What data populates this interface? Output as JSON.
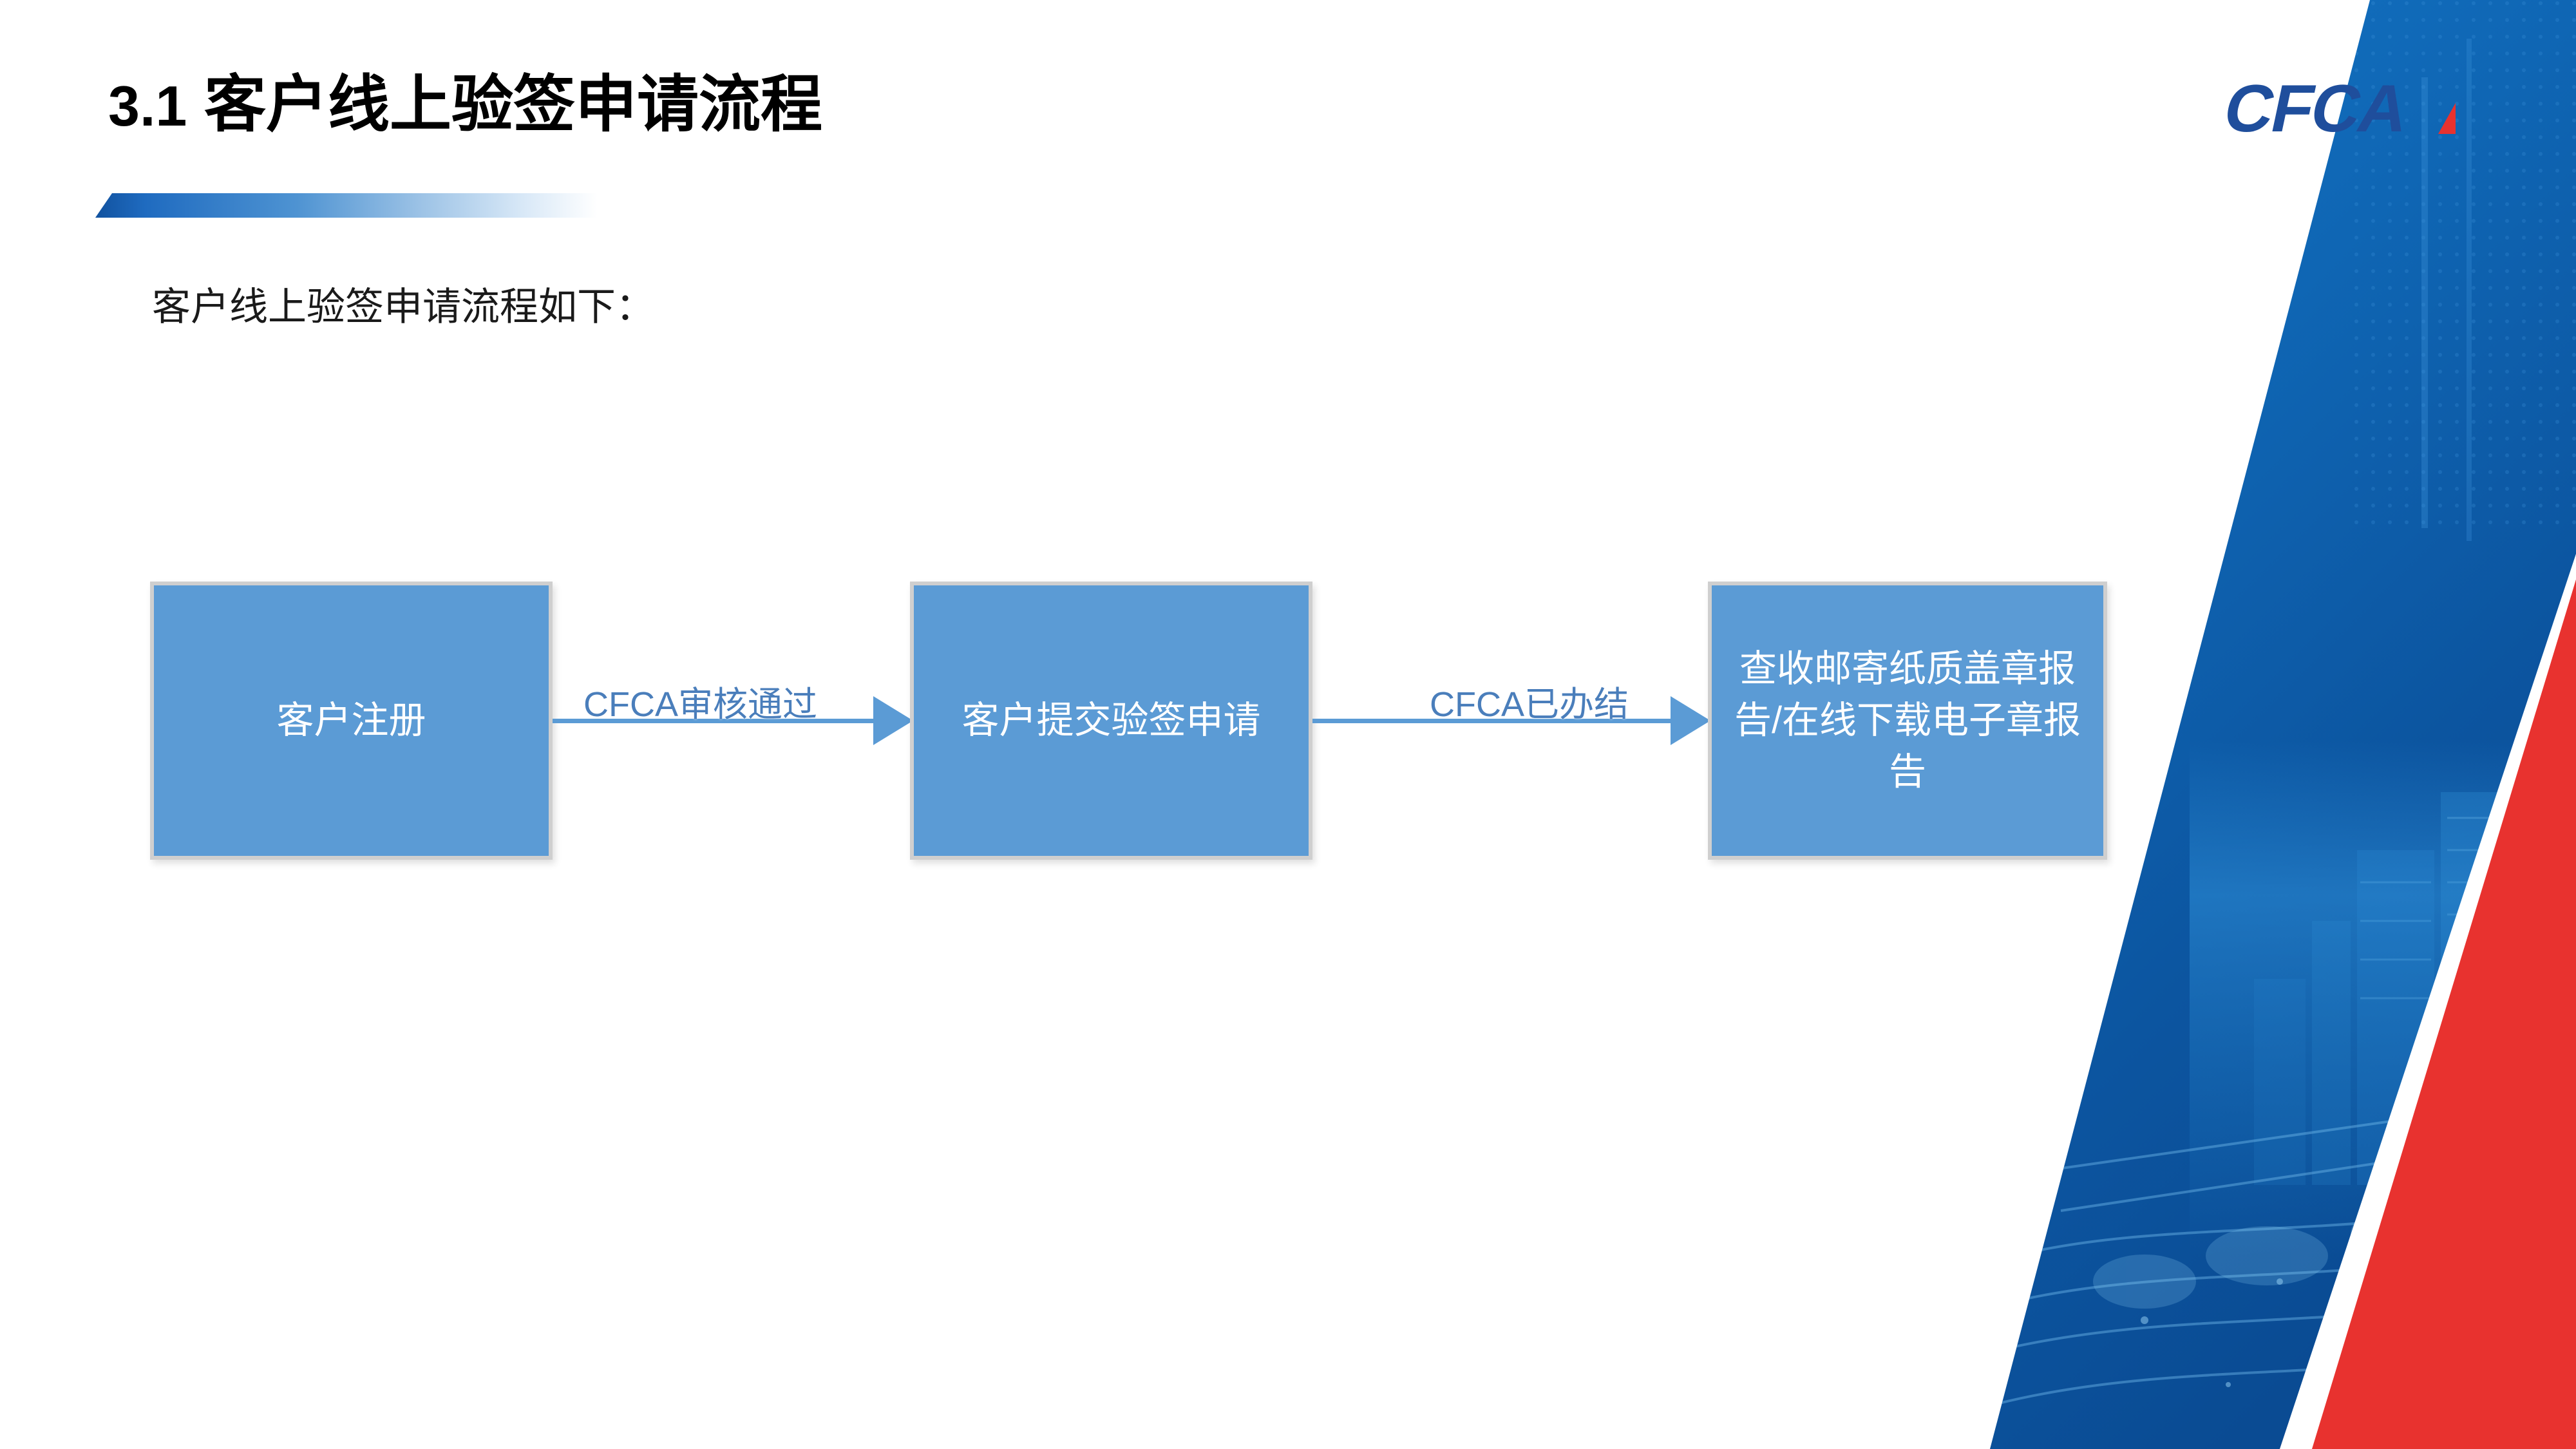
{
  "header": {
    "section_number": "3.1",
    "title": "客户线上验签申请流程",
    "title_full": "3.1 客户线上验签申请流程",
    "logo_text": "CFCA",
    "logo_blue": "#1F4E9C",
    "logo_red": "#E8322F"
  },
  "body": {
    "intro": "客户线上验签申请流程如下："
  },
  "flow": {
    "box_fill": "#5B9BD5",
    "box_border": "#CFCFCF",
    "connector_color": "#5B9BD5",
    "connector_label_color": "#4A7EBB",
    "steps": [
      {
        "label": "客户注册"
      },
      {
        "label": "客户提交验签申请"
      },
      {
        "label": "查收邮寄纸质盖章报告/在线下载电子章报告"
      }
    ],
    "connectors": [
      {
        "label": "CFCA审核通过"
      },
      {
        "label": "CFCA已办结"
      }
    ]
  },
  "decoration": {
    "blue": "#1167B8",
    "blue_dark": "#0B4F92",
    "red": "#E8322F"
  }
}
